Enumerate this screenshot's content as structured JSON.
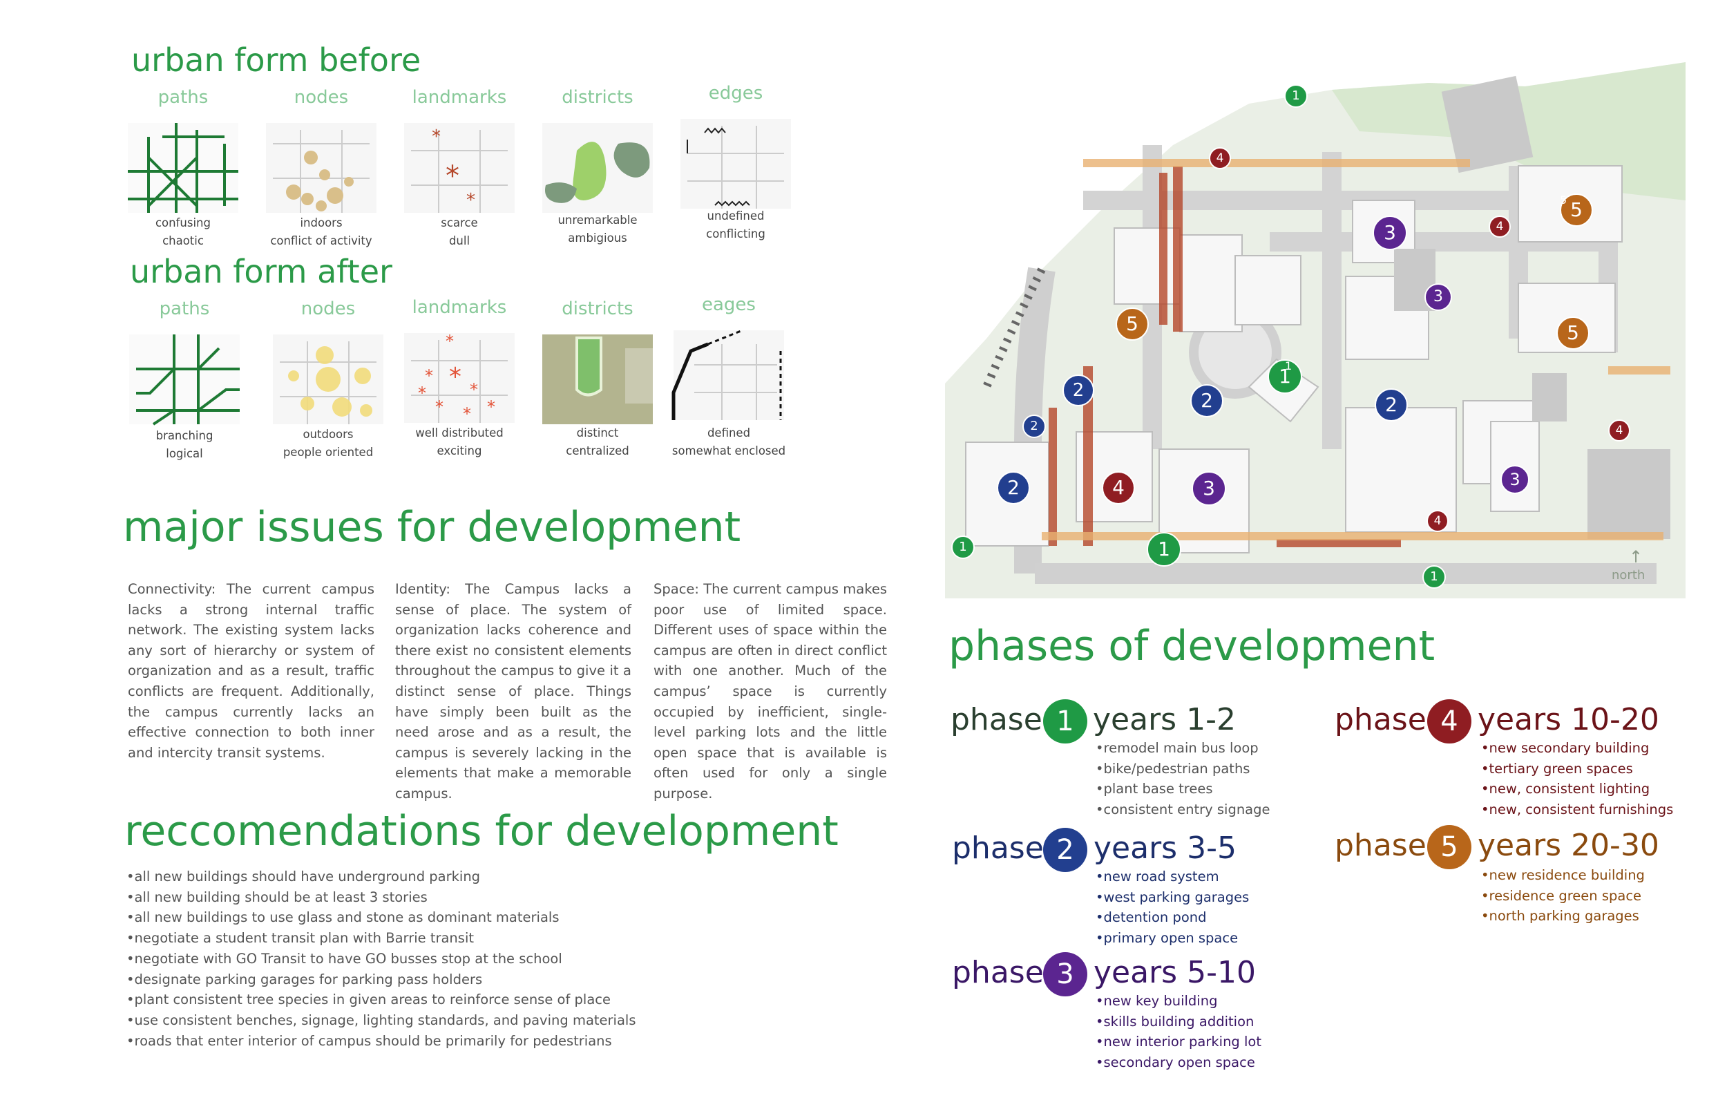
{
  "urban_before": {
    "title": "urban form before",
    "items": [
      {
        "label": "paths",
        "cap1": "confusing",
        "cap2": "chaotic"
      },
      {
        "label": "nodes",
        "cap1": "indoors",
        "cap2": "conflict of activity"
      },
      {
        "label": "landmarks",
        "cap1": "scarce",
        "cap2": "dull"
      },
      {
        "label": "districts",
        "cap1": "unremarkable",
        "cap2": "ambigious"
      },
      {
        "label": "edges",
        "cap1": "undefined",
        "cap2": "conflicting"
      }
    ]
  },
  "urban_after": {
    "title": "urban form after",
    "items": [
      {
        "label": "paths",
        "cap1": "branching",
        "cap2": "logical"
      },
      {
        "label": "nodes",
        "cap1": "outdoors",
        "cap2": "people oriented"
      },
      {
        "label": "landmarks",
        "cap1": "well distributed",
        "cap2": "exciting"
      },
      {
        "label": "districts",
        "cap1": "distinct",
        "cap2": "centralized"
      },
      {
        "label": "eages",
        "cap1": "defined",
        "cap2": "somewhat enclosed"
      }
    ]
  },
  "issues": {
    "title": "major issues for development",
    "connectivity": "Connectivity: The current campus lacks a strong internal traffic network. The existing system lacks any sort of hierarchy or system of organization and as a result, traffic conflicts are frequent. Additionally, the campus currently lacks an effective connection to both inner and intercity transit systems.",
    "identity": "Identity: The Campus lacks a sense of place. The system of organization lacks coherence and there exist no consistent elements throughout the campus to give it a distinct sense of place. Things have simply been built as the need arose and as a result, the campus is severely lacking in the elements that make a memorable campus.",
    "space": "Space: The current campus makes poor use of limited space. Different uses of space within the campus are often in direct conflict with one another. Much of the campus’ space is currently occupied by inefficient, single-level parking lots and the little open space that is available is often used for only a single purpose."
  },
  "recommendations": {
    "title": "reccomendations for development",
    "items": [
      "all new buildings should have underground parking",
      "all new building should be at least 3 stories",
      "all new buildings to use glass and stone as dominant materials",
      "negotiate a student transit plan with Barrie transit",
      "negotiate with GO Transit to have GO busses stop at the school",
      "designate parking garages for parking pass holders",
      "plant consistent tree species in given areas to reinforce sense of place",
      "use consistent benches, signage, lighting standards, and paving materials",
      "roads that enter interior of campus should be primarily for pedestrians"
    ]
  },
  "phases": {
    "title": "phases of development",
    "word": "phase",
    "list": [
      {
        "num": "1",
        "years": "years 1-2",
        "color": "#1f9a45",
        "items": [
          "remodel main bus loop",
          "bike/pedestrian paths",
          "plant base trees",
          "consistent entry signage"
        ]
      },
      {
        "num": "2",
        "years": "years 3-5",
        "color": "#223f8f",
        "items": [
          "new road system",
          "west parking garages",
          "detention pond",
          "primary open space"
        ]
      },
      {
        "num": "3",
        "years": "years 5-10",
        "color": "#5b2590",
        "items": [
          "new key building",
          "skills building addition",
          "new interior parking lot",
          "secondary open space"
        ]
      },
      {
        "num": "4",
        "years": "years 10-20",
        "color": "#8f1d22",
        "items": [
          "new secondary building",
          "tertiary green spaces",
          "new, consistent lighting",
          "new, consistent furnishings"
        ]
      },
      {
        "num": "5",
        "years": "years 20-30",
        "color": "#b8661a",
        "items": [
          "new residence building",
          "residence green space",
          "north parking garages"
        ]
      }
    ]
  },
  "map": {
    "north_label": "north",
    "markers": [
      "1",
      "1",
      "1",
      "1",
      "1",
      "1",
      "2",
      "2",
      "2",
      "2",
      "2",
      "3",
      "3",
      "3",
      "3",
      "4",
      "4",
      "4",
      "4",
      "4",
      "5",
      "5",
      "5",
      "5"
    ]
  }
}
